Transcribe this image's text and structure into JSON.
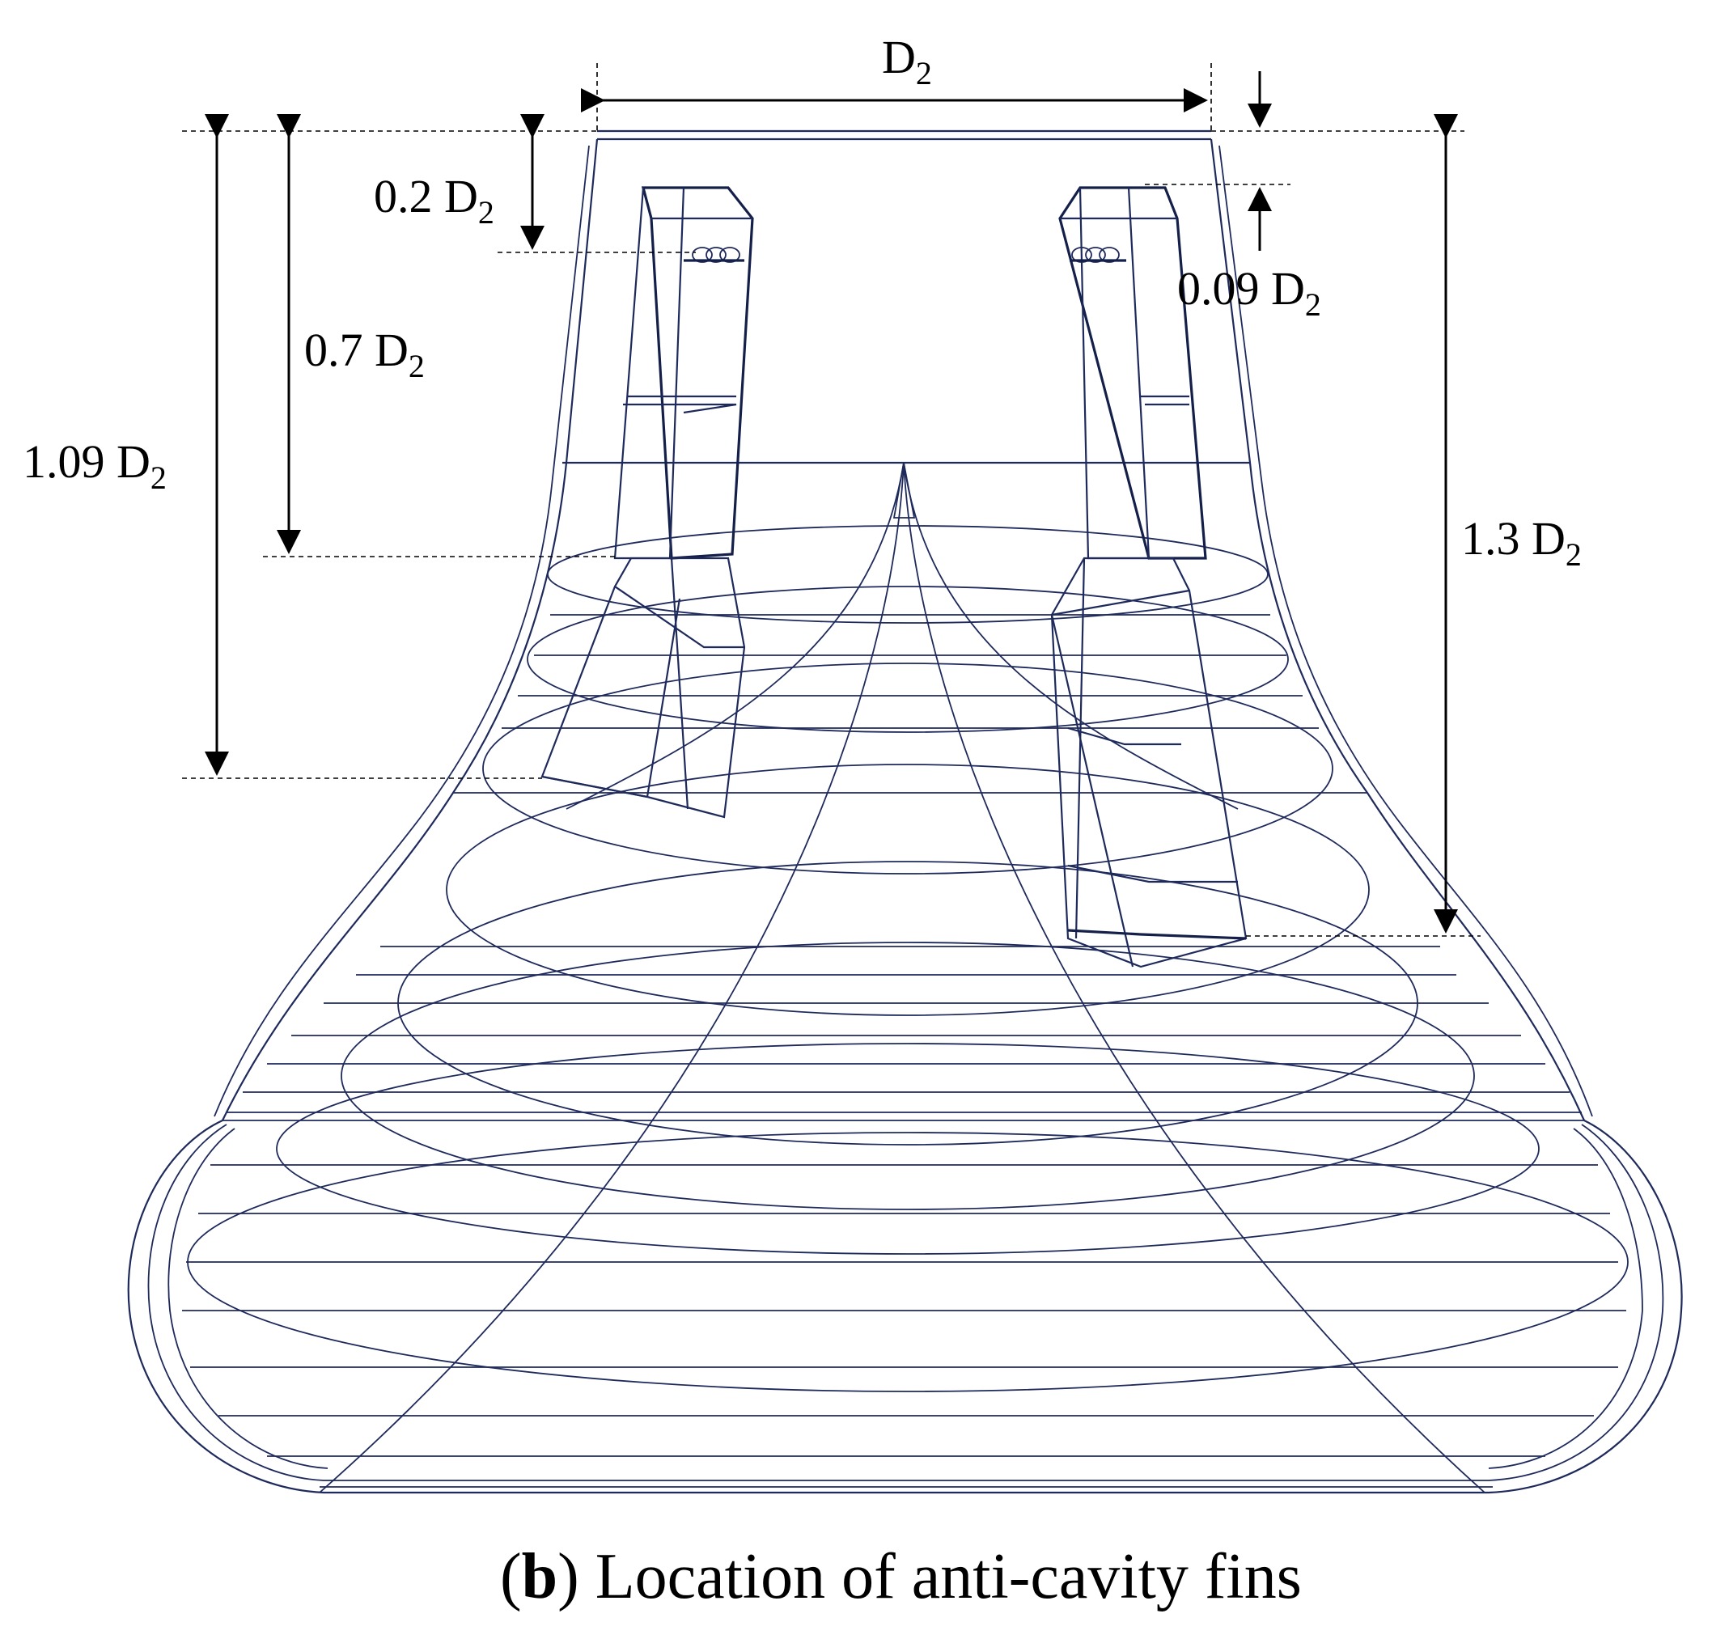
{
  "figure": {
    "caption_letter": "(b)",
    "caption_letter_bold": "b",
    "caption_text": " Location of anti-cavity fins"
  },
  "dimensions": {
    "top_width": {
      "base": "D",
      "sub": "2"
    },
    "fin_top": {
      "base": "0.2 D",
      "sub": "2"
    },
    "fin_offset": {
      "base": "0.09 D",
      "sub": "2"
    },
    "fin_mid": {
      "base": "0.7 D",
      "sub": "2"
    },
    "fin_left": {
      "base": "1.09 D",
      "sub": "2"
    },
    "fin_right": {
      "base": "1.3 D",
      "sub": "2"
    }
  },
  "colors": {
    "wireframe": "#1f2a5c",
    "dimension": "#000000"
  }
}
